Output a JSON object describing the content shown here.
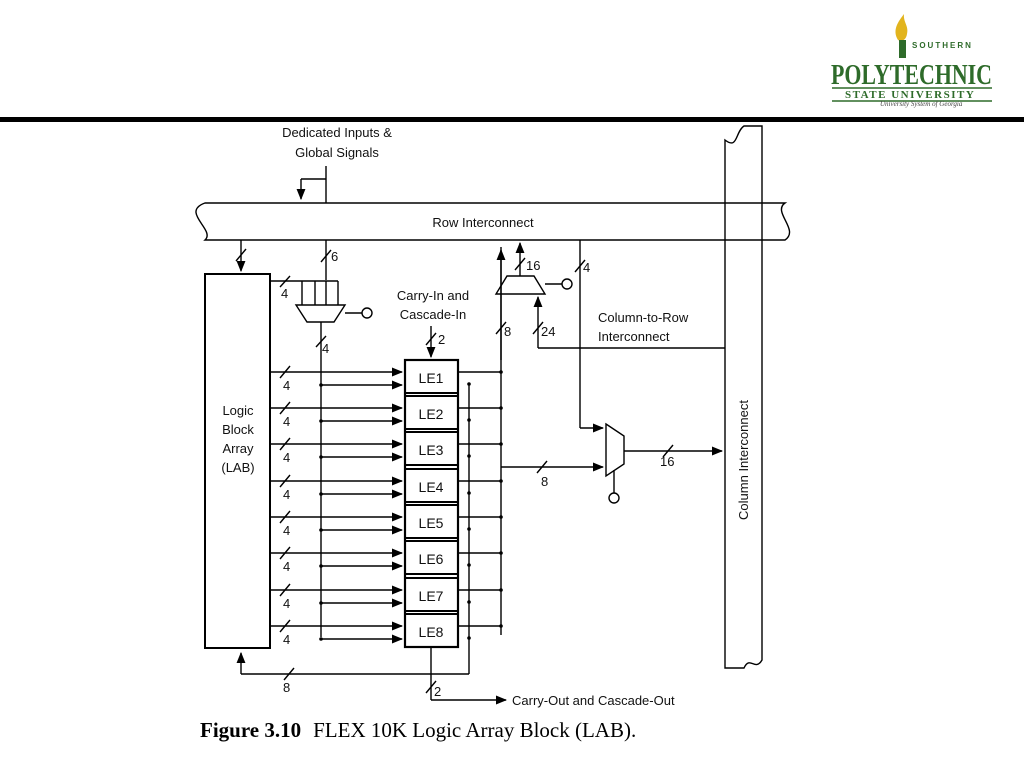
{
  "logo": {
    "top": "SOUTHERN",
    "main": "POLYTECHNIC",
    "sub": "STATE UNIVERSITY",
    "tag": "University System of Georgia"
  },
  "colors": {
    "logo_green": "#2e6b2a",
    "logo_gold": "#e2b41e",
    "rule": "#000000"
  },
  "diagram": {
    "dedicated_inputs": [
      "Dedicated Inputs &",
      "Global Signals"
    ],
    "row_interconnect": "Row Interconnect",
    "column_interconnect": "Column Interconnect",
    "lab": [
      "Logic",
      "Block",
      "Array",
      "(LAB)"
    ],
    "carry_in": [
      "Carry-In and",
      "Cascade-In"
    ],
    "column_to_row": [
      "Column-to-Row",
      "Interconnect"
    ],
    "carry_out": "Carry-Out and Cascade-Out",
    "les": [
      "LE1",
      "LE2",
      "LE3",
      "LE4",
      "LE5",
      "LE6",
      "LE7",
      "LE8"
    ],
    "bus_widths": {
      "w6": "6",
      "w4_in": "4",
      "w4_out": "4",
      "w16_up": "16",
      "w4_right": "4",
      "w2_in": "2",
      "w8_a": "8",
      "w24": "24",
      "w8_b": "8",
      "w16_col": "16",
      "w8_bottom": "8",
      "w2_out": "2",
      "le_inputs": "4"
    }
  },
  "caption": {
    "label": "Figure 3.10",
    "text": "FLEX 10K Logic Array Block (LAB)."
  }
}
